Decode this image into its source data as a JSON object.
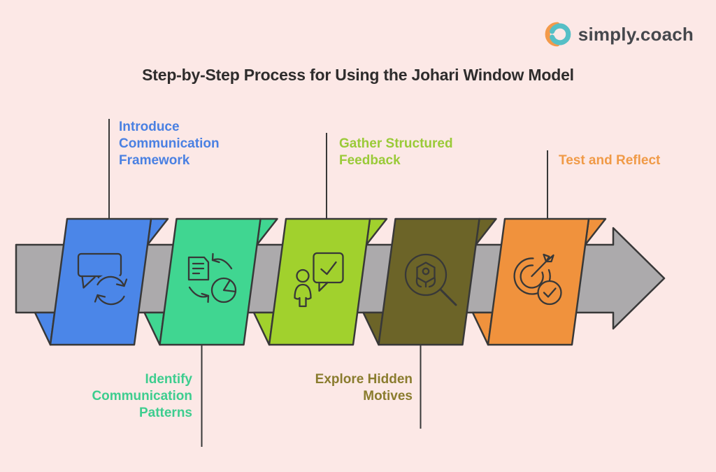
{
  "theme": {
    "background": "#fce8e6",
    "outline": "#383838",
    "title_color": "#2e2c2c"
  },
  "brand": {
    "wordmark": "simply.coach",
    "text_color": "#45474c",
    "mark_orange": "#f39a4a",
    "mark_teal": "#55bfc6"
  },
  "title": "Step-by-Step Process for Using the Johari Window Model",
  "arrow": {
    "fill": "#acaaac"
  },
  "steps": [
    {
      "label": "Introduce Communication Framework",
      "banner_color": "#4b86e8",
      "label_color": "#4a80e2",
      "icon": "chat-refresh-icon",
      "label_position": "top"
    },
    {
      "label": "Identify Communication Patterns",
      "banner_color": "#40d691",
      "label_color": "#3ecd8f",
      "icon": "document-to-pie-chart-icon",
      "label_position": "bottom"
    },
    {
      "label": "Gather Structured Feedback",
      "banner_color": "#a1d12d",
      "label_color": "#9aca38",
      "icon": "person-feedback-check-icon",
      "label_position": "top"
    },
    {
      "label": "Explore Hidden Motives",
      "banner_color": "#6c6428",
      "label_color": "#8a7c2e",
      "icon": "magnifying-glass-motive-icon",
      "label_position": "bottom"
    },
    {
      "label": "Test and Reflect",
      "banner_color": "#f0923d",
      "label_color": "#f09a47",
      "icon": "target-arrow-check-icon",
      "label_position": "top"
    }
  ]
}
